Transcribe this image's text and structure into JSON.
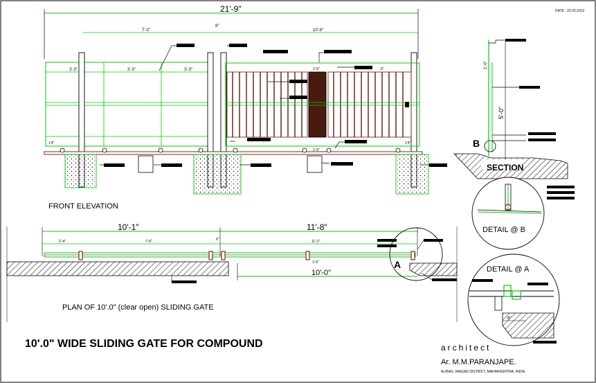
{
  "date": "DATE : 22.03.2013",
  "elevation": {
    "overall_dim": "21'-9\"",
    "left_dim": "7'-3\"",
    "gap_dim": "8\"",
    "right_dim": "10'-8\"",
    "bay1": "3'-3\"",
    "bay2": "3'-3\"",
    "bay3": "3'-3\"",
    "gate_small": "2'-6\"",
    "rail_h1": "1'4\"",
    "rail_h2": "1'4\"",
    "wheel_dim": "1'-0\"",
    "side_small": "6\"",
    "title": "FRONT ELEVATION"
  },
  "plan": {
    "left_dim": "10'-1\"",
    "right_dim": "11'-8\"",
    "seg1": "2'-4\"",
    "seg2": "7'-6\"",
    "seg3": "11'-2\"",
    "small_a": "6\"",
    "small_b": "1'-0\"",
    "clear_dim": "10'-0\"",
    "title": "PLAN  OF  10'.0\" (clear open) SLIDING GATE",
    "marker": "A"
  },
  "section": {
    "height_dim": "5'-0\"",
    "top_dim": "1'-0\"",
    "marker": "B",
    "title": "SECTION"
  },
  "details": {
    "detail_b": "DETAIL @ B",
    "detail_a": "DETAIL @ A",
    "detail_a_dim": "6\""
  },
  "sheet_title": "10'.0\" WIDE SLIDING GATE FOR COMPOUND",
  "architect": {
    "label": "architect",
    "name": "Ar. M.M.PARANJAPE.",
    "address": "ALIBAG, RAIGAD DISTRICT, MAHARASHTRA, INDIA."
  },
  "colors": {
    "outline": "#00cc00",
    "ink": "#000000",
    "grille": "#5a1a10",
    "frame": "#7a2a1a",
    "gate_fill": "#4a1a10"
  }
}
